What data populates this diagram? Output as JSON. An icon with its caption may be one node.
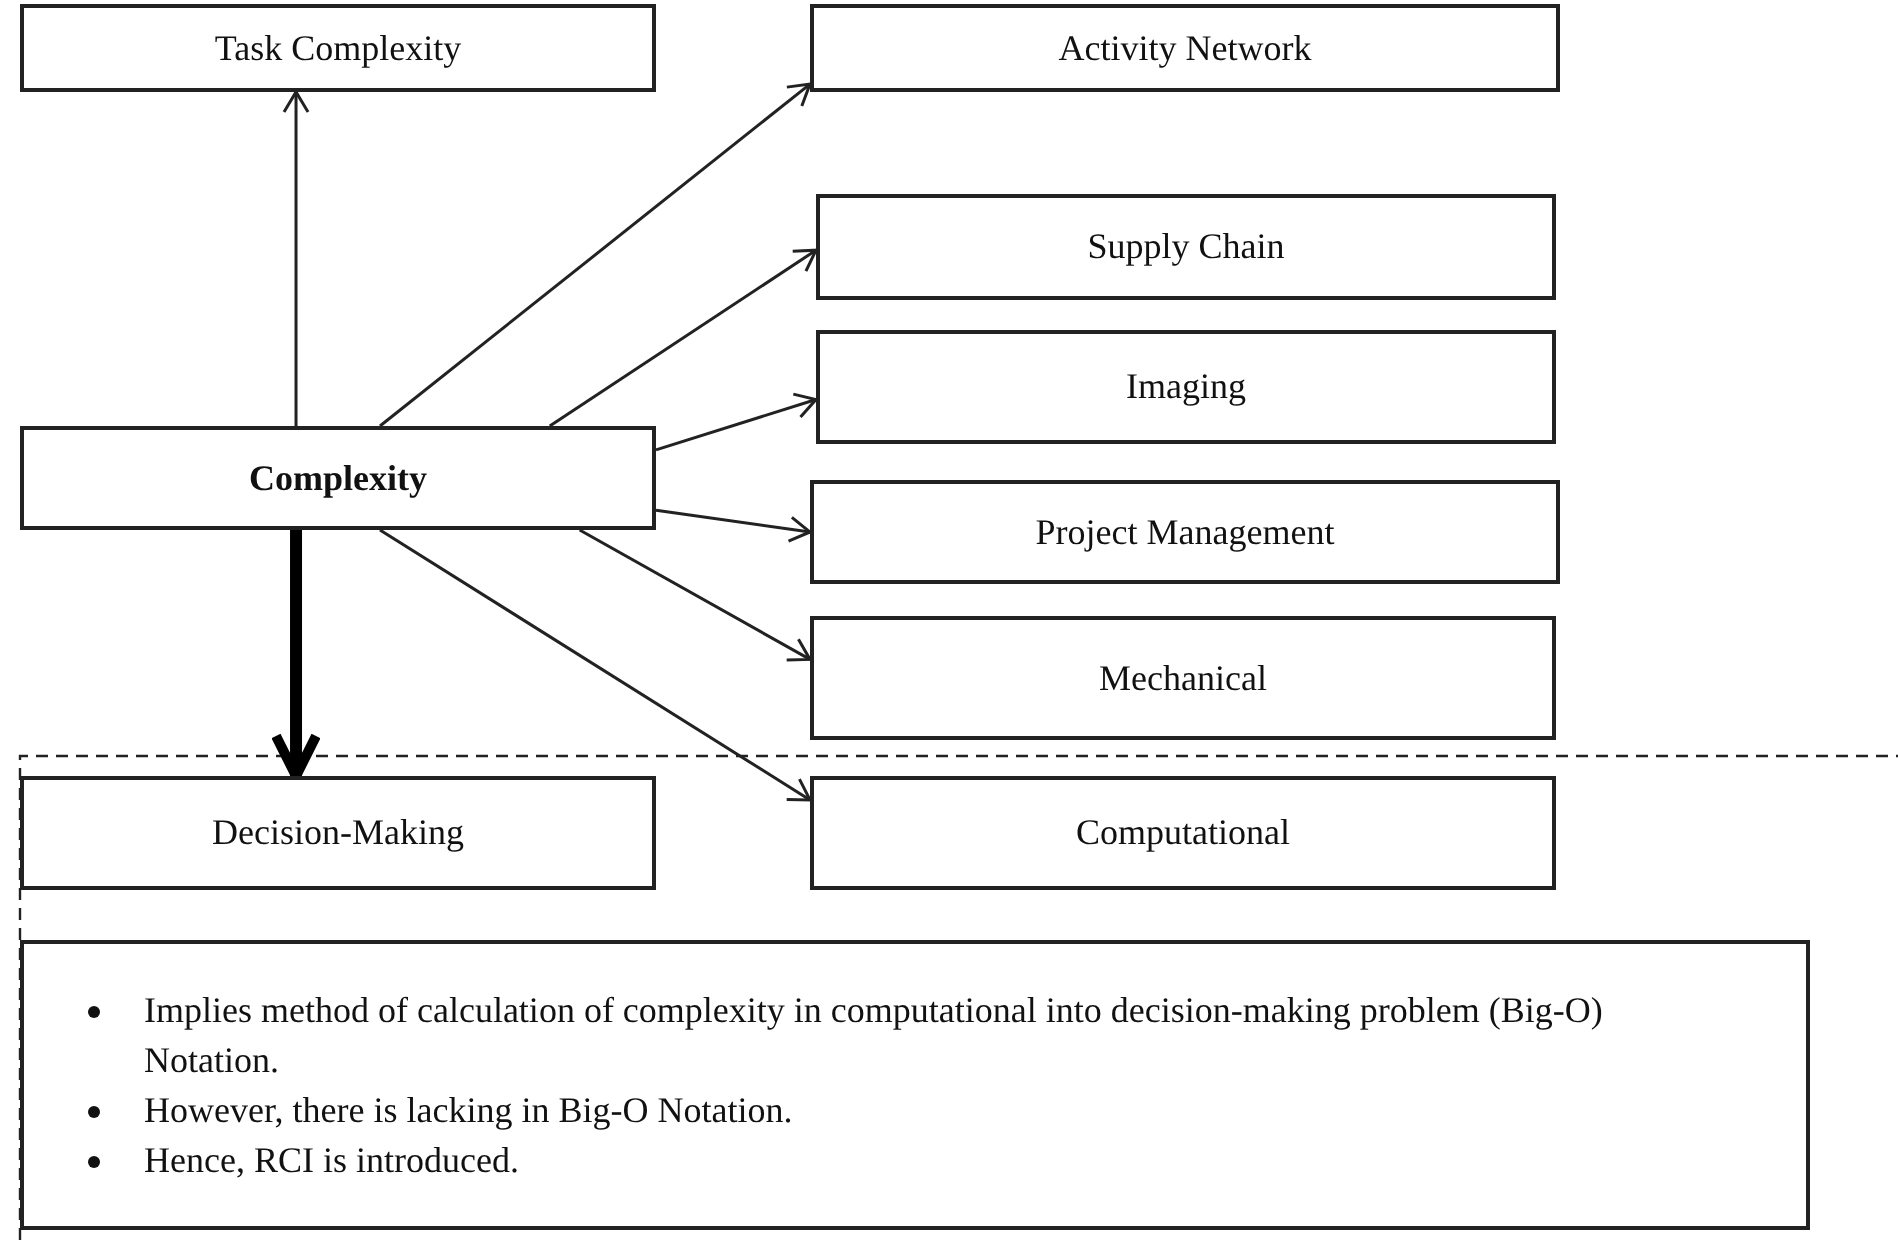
{
  "diagram": {
    "nodes": [
      {
        "text": [
          "Task Complexity"
        ]
      },
      {
        "text": [
          "Activity Network"
        ]
      },
      {
        "text": [
          "Supply Chain"
        ]
      },
      {
        "text": [
          "Imaging"
        ]
      },
      {
        "text": [
          "Complexity"
        ]
      },
      {
        "text": [
          "Project Management"
        ]
      },
      {
        "text": [
          "Mechanical"
        ]
      },
      {
        "text": [
          "Decision-Making"
        ]
      },
      {
        "text": [
          "Computational"
        ]
      },
      {
        "text": [
          "Implies method of calculation of complexity in computational into decision-making problem (Big-O) Notation.",
          "However, there is lacking in Big-O Notation.",
          "Hence, RCI is introduced."
        ]
      }
    ],
    "edges": [
      {
        "from": 4,
        "to": 0,
        "arrow": "to"
      },
      {
        "from": 4,
        "to": 1,
        "arrow": "to"
      },
      {
        "from": 4,
        "to": 2,
        "arrow": "to"
      },
      {
        "from": 4,
        "to": 3,
        "arrow": "to"
      },
      {
        "from": 4,
        "to": 5,
        "arrow": "to"
      },
      {
        "from": 4,
        "to": 6,
        "arrow": "to"
      },
      {
        "from": 4,
        "to": 8,
        "arrow": "to"
      },
      {
        "from": 4,
        "to": 7,
        "arrow": "to",
        "style": "thick"
      }
    ]
  }
}
